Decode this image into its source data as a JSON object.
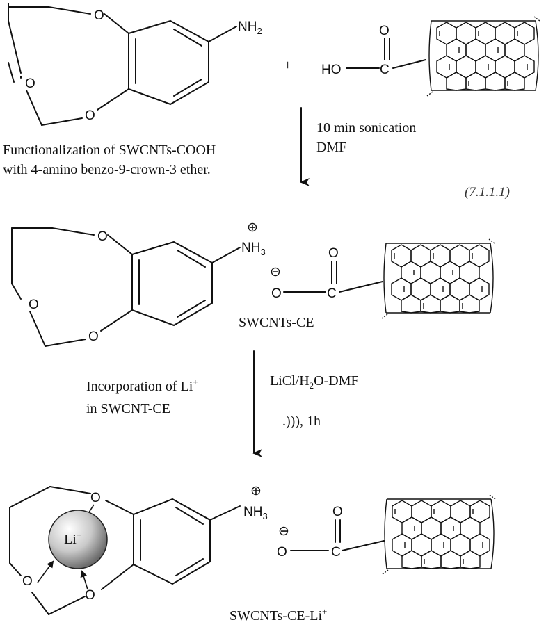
{
  "step1": {
    "amine_group": "NH",
    "amine_sub": "2",
    "plus": "+",
    "acid_label": "HO",
    "carbonyl_o": "O",
    "carbonyl_c": "C",
    "caption_line1": "Functionalization of SWCNTs-COOH",
    "caption_line2": "with 4-amino benzo-9-crown-3 ether.",
    "condition_line1": "10 min sonication",
    "condition_line2": "DMF",
    "equation_number": "(7.1.1.1)"
  },
  "step2": {
    "ammonium_group": "NH",
    "ammonium_sub": "3",
    "charge_plus": "⊕",
    "charge_minus": "⊖",
    "carboxylate_o": "O",
    "carbonyl_o": "O",
    "carbonyl_c": "C",
    "product_label": "SWCNTs-CE",
    "left_note_line1": "Incorporation of Li",
    "left_note_line1_sup": "+",
    "left_note_line2": "in SWCNT-CE",
    "reagent_line1_a": "LiCl/H",
    "reagent_line1_sub": "2",
    "reagent_line1_b": "O-DMF",
    "reagent_line2": ".))), 1h"
  },
  "step3": {
    "ammonium_group": "NH",
    "ammonium_sub": "3",
    "charge_plus": "⊕",
    "charge_minus": "⊖",
    "carboxylate_o": "O",
    "carbonyl_o": "O",
    "carbonyl_c": "C",
    "ion_label": "Li",
    "ion_sup": "+",
    "product_label": "SWCNTs-CE-Li",
    "product_sup": "+"
  },
  "crown_oxygen": "O"
}
